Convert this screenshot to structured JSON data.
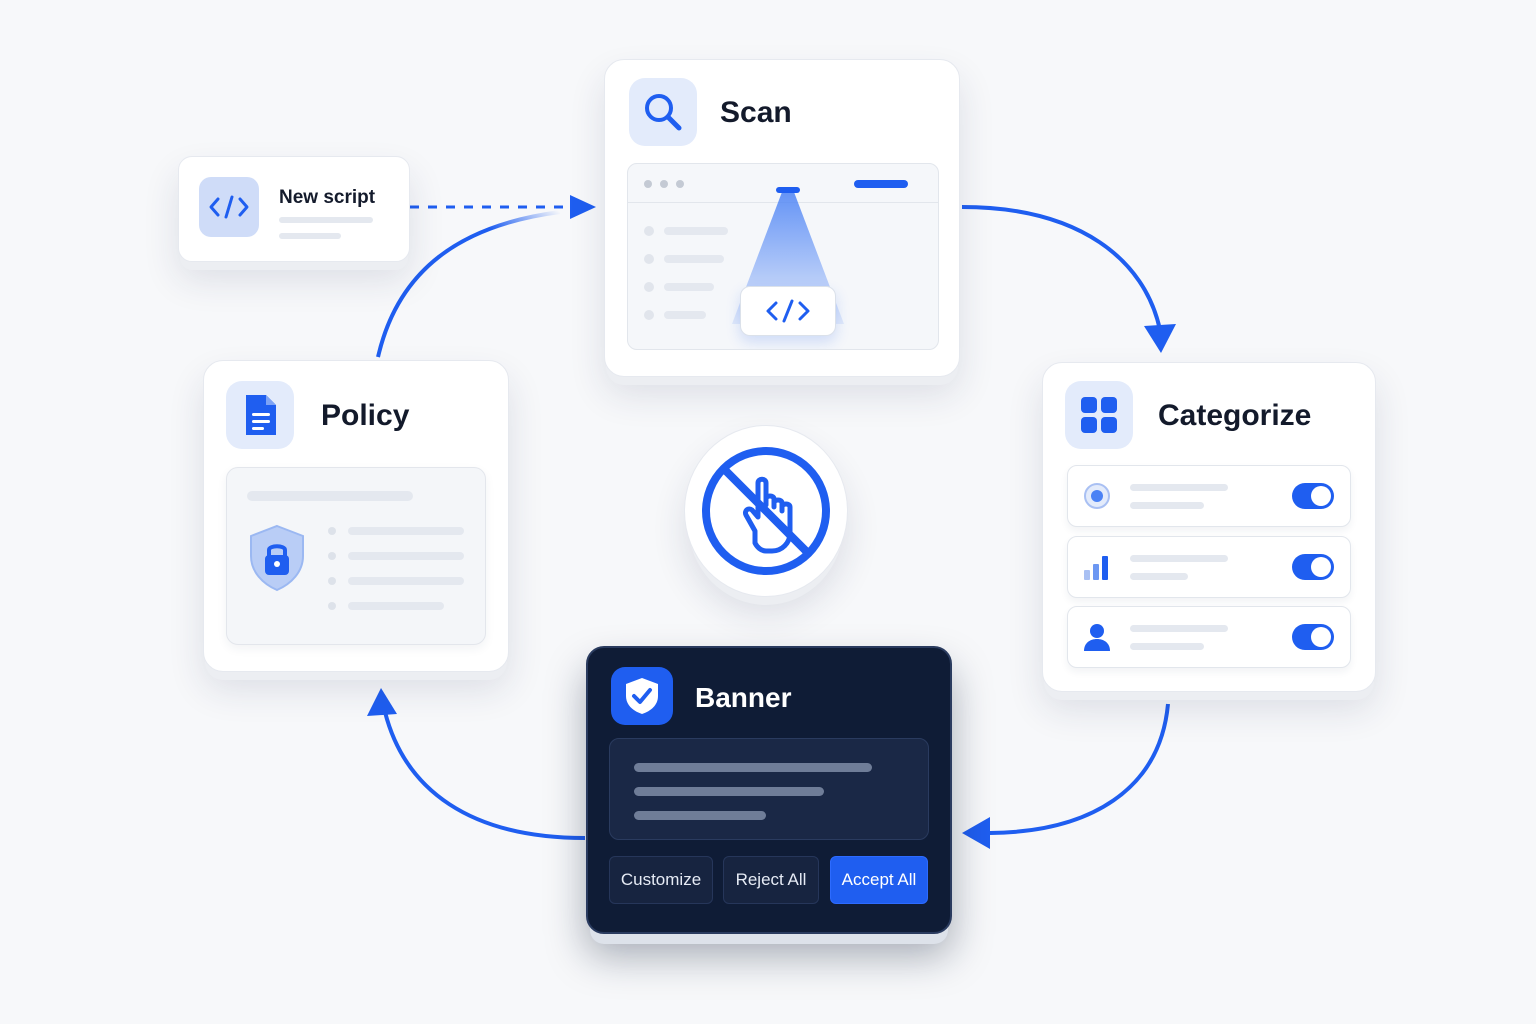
{
  "new_script": {
    "label": "New script"
  },
  "scan": {
    "title": "Scan"
  },
  "categorize": {
    "title": "Categorize"
  },
  "policy": {
    "title": "Policy"
  },
  "banner": {
    "title": "Banner",
    "buttons": {
      "customize": "Customize",
      "reject": "Reject All",
      "accept": "Accept All"
    }
  },
  "icons": {
    "new_script": "code-icon",
    "scan": "search-icon",
    "categorize": "grid-icon",
    "policy": "document-icon",
    "policy_body": "shield-lock-icon",
    "banner": "shield-check-icon",
    "center": "no-click-icon"
  },
  "colors": {
    "accent": "#1f5ef0",
    "banner_bg": "#0f1c36",
    "card_bg": "#ffffff"
  }
}
